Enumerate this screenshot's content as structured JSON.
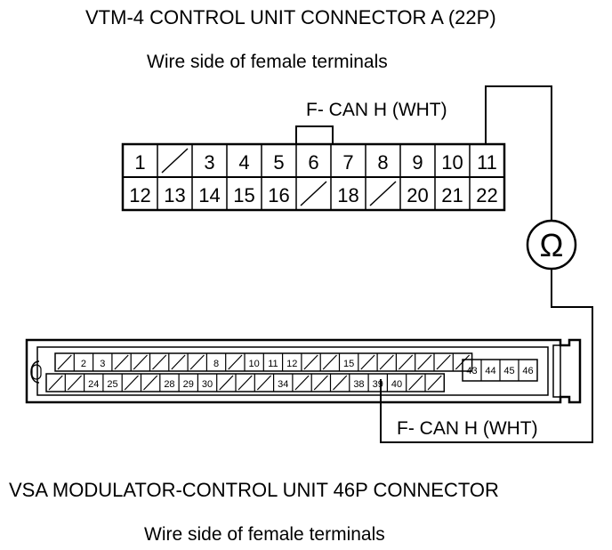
{
  "top_connector": {
    "title": "VTM-4 CONTROL UNIT CONNECTOR A (22P)",
    "subtitle": "Wire side of female terminals",
    "wire_label": "F- CAN H (WHT)",
    "row1": [
      "1",
      "",
      "3",
      "4",
      "5",
      "6",
      "7",
      "8",
      "9",
      "10",
      "11"
    ],
    "row2": [
      "12",
      "13",
      "14",
      "15",
      "16",
      "",
      "18",
      "",
      "20",
      "21",
      "22"
    ],
    "probe_terminal": "11"
  },
  "meter": {
    "symbol": "Ω",
    "icon": "ohmmeter-icon"
  },
  "bottom_connector": {
    "title": "VSA MODULATOR-CONTROL UNIT 46P CONNECTOR",
    "subtitle": "Wire side of female terminals",
    "wire_label": "F- CAN H (WHT)",
    "row1": [
      "",
      "2",
      "3",
      "",
      "",
      "",
      "",
      "",
      "8",
      "",
      "10",
      "11",
      "12",
      "",
      "",
      "15",
      "",
      "",
      "",
      "",
      "",
      ""
    ],
    "row2": [
      "",
      "",
      "24",
      "25",
      "",
      "",
      "28",
      "29",
      "30",
      "",
      "",
      "",
      "34",
      "",
      "",
      "",
      "38",
      "39",
      "40",
      "",
      ""
    ],
    "side_block": [
      "43",
      "44",
      "45",
      "46"
    ],
    "probe_terminal": "39"
  }
}
